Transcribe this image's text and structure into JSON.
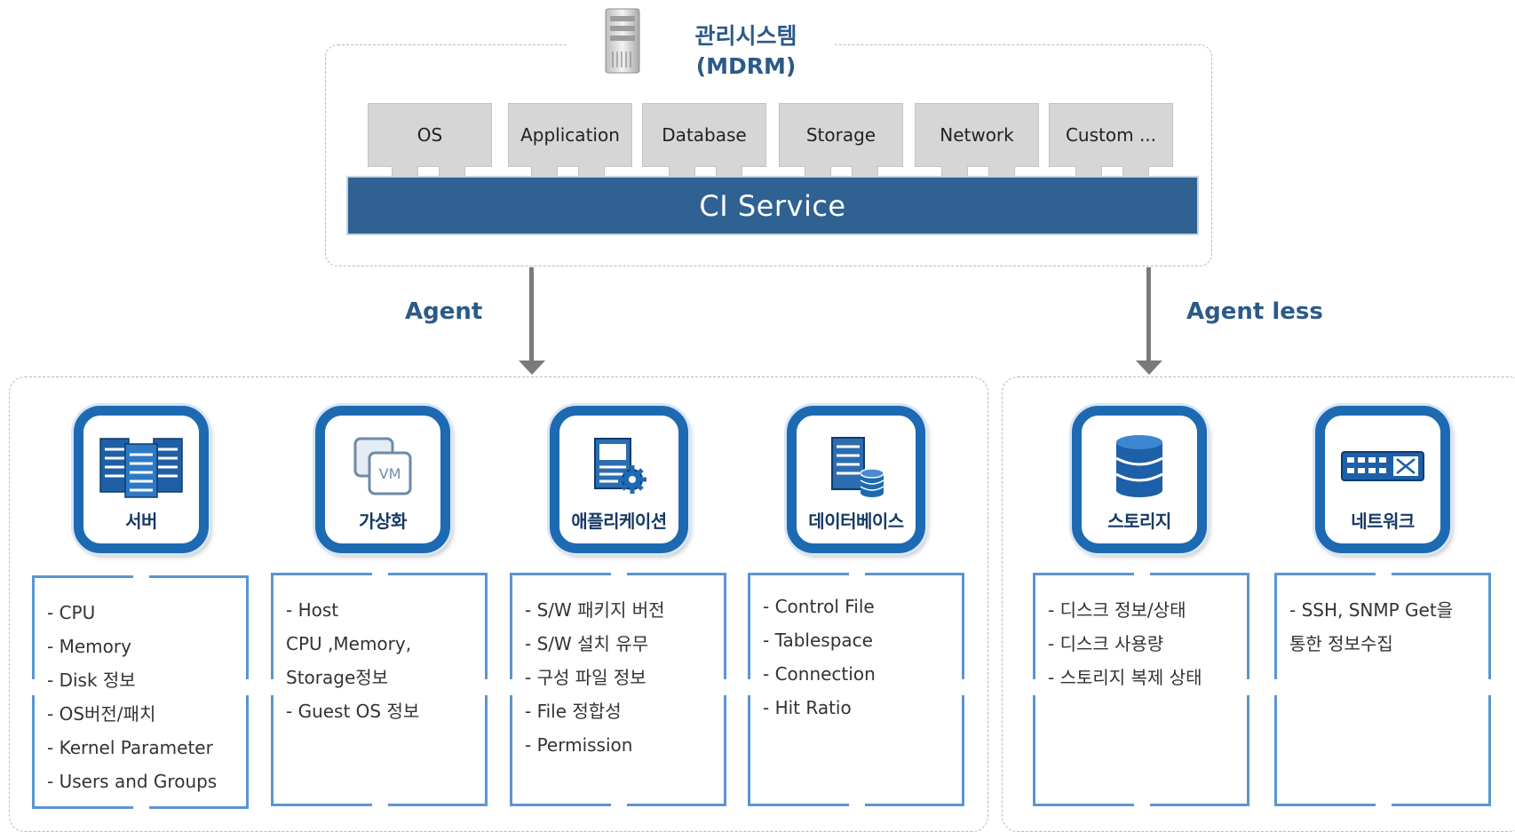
{
  "management": {
    "title_line1": "관리시스템",
    "title_line2": "(MDRM)",
    "modules": [
      "OS",
      "Application",
      "Database",
      "Storage",
      "Network",
      "Custom ..."
    ],
    "bus_label": "CI Service"
  },
  "connections": {
    "agent_label": "Agent",
    "agentless_label": "Agent less"
  },
  "categories": [
    {
      "label": "서버",
      "icon": "server-rack-icon",
      "items": [
        "- CPU",
        "- Memory",
        "- Disk 정보",
        "- OS버전/패치",
        "- Kernel Parameter",
        "- Users and Groups"
      ]
    },
    {
      "label": "가상화",
      "icon": "virtual-machine-icon",
      "icon_text": "VM",
      "items": [
        "- Host",
        "CPU ,Memory,",
        "Storage정보",
        "- Guest OS 정보"
      ]
    },
    {
      "label": "애플리케이션",
      "icon": "application-gear-icon",
      "items": [
        "- S/W 패키지 버전",
        "- S/W 설치 유무",
        "- 구성 파일 정보",
        "- File 정합성",
        "- Permission"
      ]
    },
    {
      "label": "데이터베이스",
      "icon": "database-server-icon",
      "items": [
        "- Control File",
        "- Tablespace",
        "- Connection",
        "- Hit Ratio"
      ]
    },
    {
      "label": "스토리지",
      "icon": "storage-cylinder-icon",
      "items": [
        "- 디스크 정보/상태",
        "- 디스크 사용량",
        "- 스토리지 복제 상태"
      ]
    },
    {
      "label": "네트워크",
      "icon": "network-switch-icon",
      "items": [
        "- SSH, SNMP Get을",
        "통한 정보수집"
      ]
    }
  ],
  "colors": {
    "accent": "#2b5a88",
    "bus": "#2f6293",
    "icon_border": "#1d6ab3",
    "detail_border": "#5b95d3"
  }
}
